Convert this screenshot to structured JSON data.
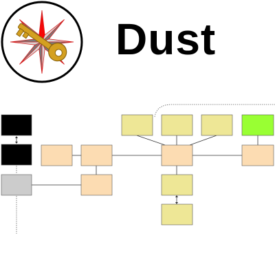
{
  "header": {
    "title": "Dust",
    "logo_icon": "compass-star-key-icon"
  },
  "colors": {
    "logo_ring": "#000000",
    "logo_bg": "#ffffff",
    "star_dark": "#7a7a7a",
    "star_light": "#d8d8d8",
    "star_outline": "#d42020",
    "star_top": "#ff0000",
    "key_gold": "#d4a020",
    "key_outline": "#8a6410",
    "block_black": "#000000",
    "block_grey": "#cccccc",
    "block_peach": "#fcdcb2",
    "block_yellow": "#eee796",
    "block_green": "#99ff33",
    "connector": "#333333",
    "dotted": "#666666"
  },
  "diagram": {
    "boxes": [
      {
        "id": "black-top",
        "fill": "block_black"
      },
      {
        "id": "black-mid",
        "fill": "block_black"
      },
      {
        "id": "grey-bottom",
        "fill": "block_grey"
      },
      {
        "id": "peach-left",
        "fill": "block_peach"
      },
      {
        "id": "peach-center-upper",
        "fill": "block_peach"
      },
      {
        "id": "peach-center-lower",
        "fill": "block_peach"
      },
      {
        "id": "yellow-top-1",
        "fill": "block_yellow"
      },
      {
        "id": "yellow-top-2",
        "fill": "block_yellow"
      },
      {
        "id": "yellow-top-3",
        "fill": "block_yellow"
      },
      {
        "id": "green-top-4",
        "fill": "block_green"
      },
      {
        "id": "peach-hub",
        "fill": "block_peach"
      },
      {
        "id": "peach-right",
        "fill": "block_peach"
      },
      {
        "id": "yellow-below-1",
        "fill": "block_yellow"
      },
      {
        "id": "yellow-below-2",
        "fill": "block_yellow"
      }
    ]
  }
}
